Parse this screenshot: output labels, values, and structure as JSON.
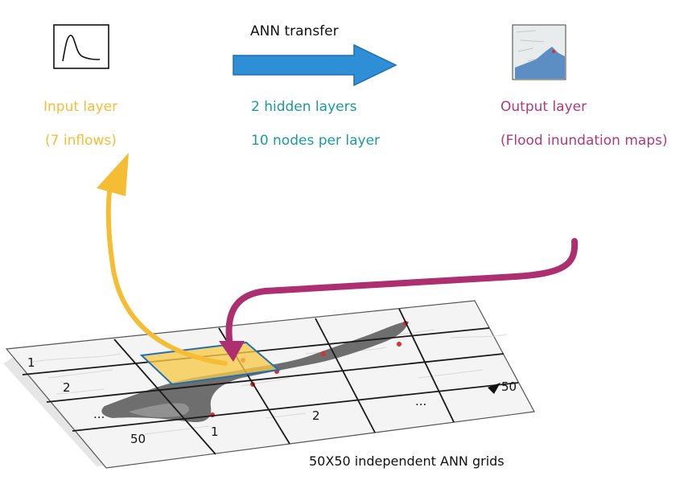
{
  "header": {
    "transfer_label": "ANN transfer"
  },
  "input": {
    "title": "Input layer",
    "subtitle": "(7 inflows)",
    "color": "#f5bd36"
  },
  "hidden": {
    "line1": "2 hidden layers",
    "line2": "10 nodes per layer",
    "color": "#1a9aa0"
  },
  "output": {
    "title": "Output layer",
    "subtitle": "(Flood inundation maps)",
    "color": "#b03a78"
  },
  "grid": {
    "caption": "50X50 independent ANN grids",
    "left_labels": [
      "1",
      "2",
      "...",
      "50"
    ],
    "bottom_labels": [
      "1",
      "2",
      "..."
    ],
    "corner_label": "50",
    "highlight_color": "#f7c94a",
    "highlight_border": "#1f6fb4"
  },
  "arrow_color": "#2f8fd6"
}
